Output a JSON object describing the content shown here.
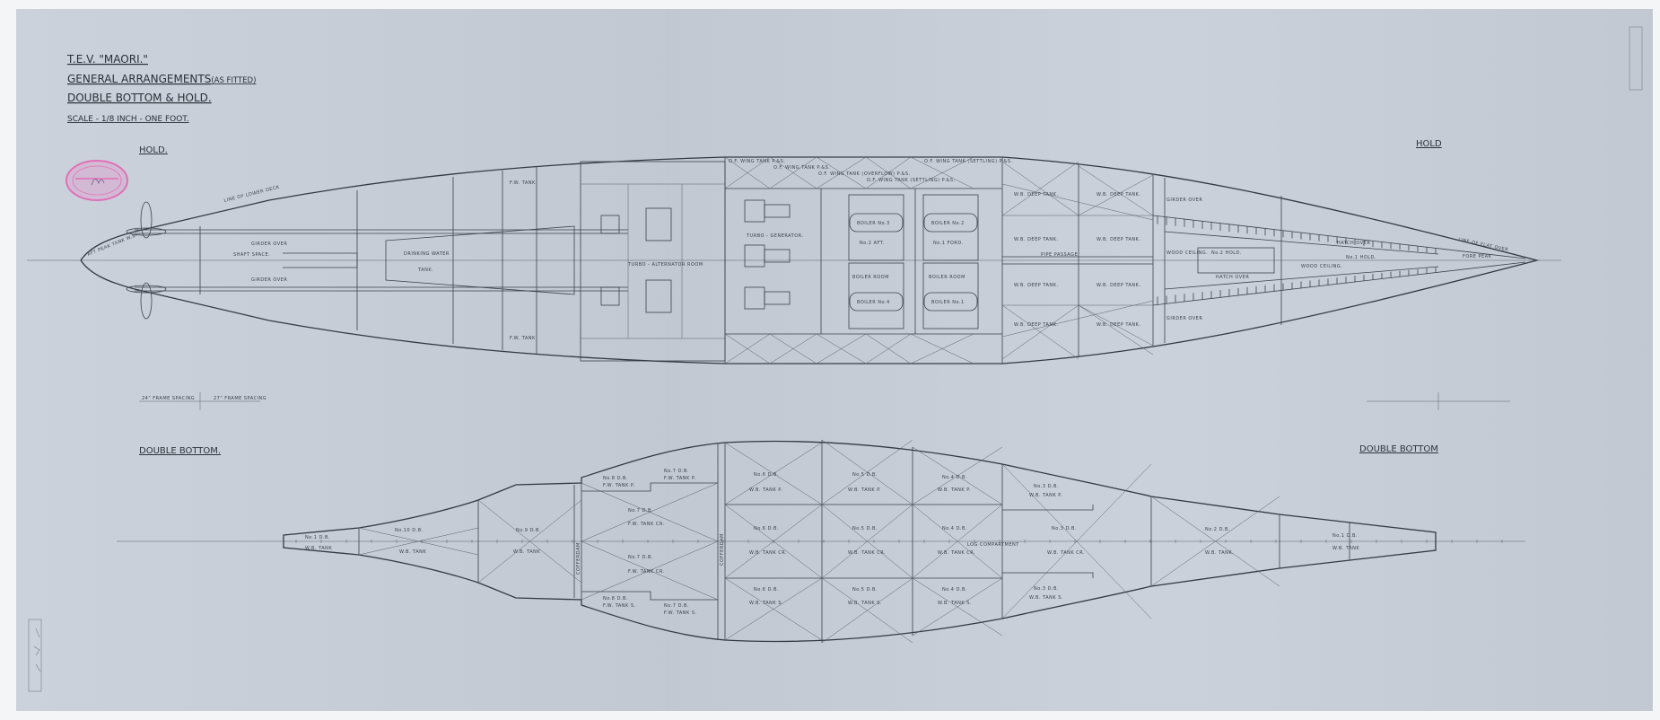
{
  "title": {
    "line1": "T.E.V. \"MAORI.\"",
    "line2": "GENERAL ARRANGEMENTS",
    "line2_suffix": "(AS FITTED)",
    "line3": "DOUBLE BOTTOM & HOLD.",
    "line4_prefix": "SCALE - ",
    "line4_fraction": "1/8",
    "line4_suffix": " INCH - ONE FOOT."
  },
  "hold": {
    "heading_left": "HOLD.",
    "heading_right": "HOLD",
    "labels": {
      "shaft_space": "SHAFT SPACE.",
      "girder_over_1": "GIRDER OVER",
      "girder_over_2": "GIRDER OVER",
      "drinking_water": "DRINKING WATER",
      "tank": "TANK.",
      "line_of_lower_deck": "LINE OF LOWER DECK",
      "aft_peak_tank": "AFT PEAK TANK W.B.",
      "fw_tank_p": "F.W. TANK",
      "fw_tank_s": "F.W. TANK",
      "wing_tank_1": "O.F. WING TANK P.&S.",
      "wing_tank_2": "O.F. WING TANK P.&S.",
      "wing_tank_3": "O.F. WING TANK (OVERFLOW) P.&S.",
      "wing_tank_4": "O.F. WING TANK (SETTLING) P.&S.",
      "wing_tank_5": "O.F. WING TANK (SETTLING) P.&S.",
      "turbo_generator": "TURBO - GENERATOR.",
      "turbo_alternator": "TURBO - ALTERNATOR ROOM",
      "boiler_4": "BOILER No.4",
      "boiler_3": "BOILER No.3",
      "boiler_2": "BOILER No.2",
      "boiler_1": "BOILER No.1",
      "no2_aft": "No.2 AFT.",
      "no1_ford": "No.1 FORD.",
      "boiler_room_1": "BOILER ROOM",
      "boiler_room_2": "BOILER ROOM",
      "wb_deep_tank_1": "W.B. DEEP TANK.",
      "wb_deep_tank_2": "W.B. DEEP TANK.",
      "wb_deep_tank_3": "W.B. DEEP TANK.",
      "wb_deep_tank_4": "W.B. DEEP TANK.",
      "wb_deep_1": "W.B. DEEP TANK.",
      "wb_deep_2": "W.B. DEEP TANK.",
      "wb_deep_3": "W.B. DEEP TANK.",
      "wb_deep_4": "W.B. DEEP TANK.",
      "pipe_passage": "PIPE PASSAGE",
      "no2_hold": "No.2 HOLD.",
      "no1_hold": "No.1 HOLD.",
      "wood_ceiling_1": "WOOD CEILING.",
      "wood_ceiling_2": "WOOD CEILING.",
      "hatch_over_1": "HATCH OVER",
      "hatch_over_2": "HATCH OVER",
      "girder_over_3": "GIRDER OVER",
      "girder_over_4": "GIRDER OVER",
      "fore_peak": "FORE PEAK",
      "line_of_flat_over": "LINE OF FLAT OVER"
    },
    "frame_spacing_left": "24\" FRAME SPACING",
    "frame_spacing_right": "27\" FRAME SPACING"
  },
  "double_bottom": {
    "heading_left": "DOUBLE BOTTOM.",
    "heading_right": "DOUBLE BOTTOM",
    "labels": {
      "no1_db_aft": "No.1 D.B.",
      "wb_tank_aft": "W.B. TANK",
      "no10_db": "No.10 D.B.",
      "wb_tank_10": "W.B. TANK",
      "no9_db": "No.9 D.B.",
      "wb_tank_9": "W.B. TANK",
      "no8_db_p": "No.8 D.B.",
      "fw_tank_8p": "F.W. TANK P.",
      "no8_db_s": "No.8 D.B.",
      "fw_tank_8s": "F.W. TANK S.",
      "no7_db_c1": "No.7 D.B.",
      "fw_tank_7c1": "F.W. TANK CR.",
      "no7_db_c2": "No.7 D.B.",
      "fw_tank_7c2": "F.W. TANK CR.",
      "no7_db_p": "No.7 D.B.",
      "fw_tank_7p": "F.W. TANK P.",
      "no7_db_s": "No.7 D.B.",
      "fw_tank_7s": "F.W. TANK S.",
      "cofferdam_1": "COFFERDAM",
      "cofferdam_2": "COFFERDAM",
      "no6_p": "No.6 D.B.",
      "wb6_p": "W.B. TANK P.",
      "no6_c": "No.6 D.B.",
      "wb6_c": "W.B. TANK CR.",
      "no6_s": "No.6 D.B.",
      "wb6_s": "W.B. TANK S.",
      "no5_p": "No.5 D.B.",
      "wb5_p": "W.B. TANK P.",
      "no5_c": "No.5 D.B.",
      "wb5_c": "W.B. TANK CR.",
      "no5_s": "No.5 D.B.",
      "wb5_s": "W.B. TANK S.",
      "no4_p": "No.4 D.B.",
      "wb4_p": "W.B. TANK P.",
      "no4_c": "No.4 D.B.",
      "wb4_c": "W.B. TANK CR.",
      "no4_s": "No.4 D.B.",
      "wb4_s": "W.B. TANK S.",
      "no3_p": "No.3 D.B.",
      "wb3_p": "W.B. TANK P.",
      "no3_c": "No.3 D.B.",
      "wb3_c": "W.B. TANK CR.",
      "no3_s": "No.3 D.B.",
      "wb3_s": "W.B. TANK S.",
      "log_compartment": "LOG COMPARTMENT",
      "no2_db": "No.2 D.B.",
      "wb_tank_2": "W.B. TANK.",
      "no1_db": "No.1 D.B.",
      "wb_tank_1": "W.B. TANK"
    }
  },
  "colors": {
    "paper": "#c8cfd9",
    "ink": "#3d424b",
    "stamp": "#e070b8"
  }
}
